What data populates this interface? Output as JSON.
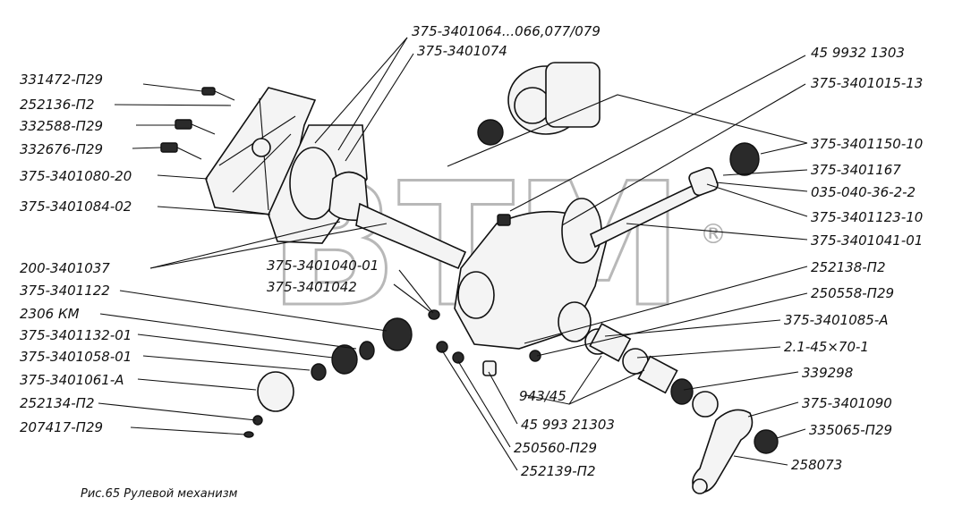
{
  "watermark": "BTM",
  "watermark_mark": "®",
  "caption": "Рис.65  Рулевой  механизм",
  "labels": {
    "l331472": "331472-П29",
    "l252136": "252136-П2",
    "l332588": "332588-П29",
    "l332676": "332676-П29",
    "l3401080": "375-3401080-20",
    "l3401084": "375-3401084-02",
    "l200_3401037": "200-3401037",
    "l3401122": "375-3401122",
    "l2306": "2306 КМ",
    "l3401132": "375-3401132-01",
    "l3401058": "375-3401058-01",
    "l3401061": "375-3401061-А",
    "l252134": "252134-П2",
    "l207417": "207417-П29",
    "l3401064": "375-3401064...066,077/079",
    "l3401074": "375-3401074",
    "l3401040": "375-3401040-01",
    "l3401042": "375-3401042",
    "l459932_top": "45 9932 1303",
    "l3401015": "375-3401015-13",
    "l3401150": "375-3401150-10",
    "l3401167": "375-3401167",
    "l035040": "035-040-36-2-2",
    "l3401123": "375-3401123-10",
    "l3401041": "375-3401041-01",
    "l252138": "252138-П2",
    "l250558": "250558-П29",
    "l3401085": "375-3401085-А",
    "l21_45": "2.1-45×70-1",
    "l339298": "339298",
    "l3401090": "375-3401090",
    "l335065": "335065-П29",
    "l258073": "258073",
    "l943_45": "943/45",
    "l459932_bottom": "45 993 21303",
    "l250560": "250560-П29",
    "l252139": "252139-П2"
  }
}
